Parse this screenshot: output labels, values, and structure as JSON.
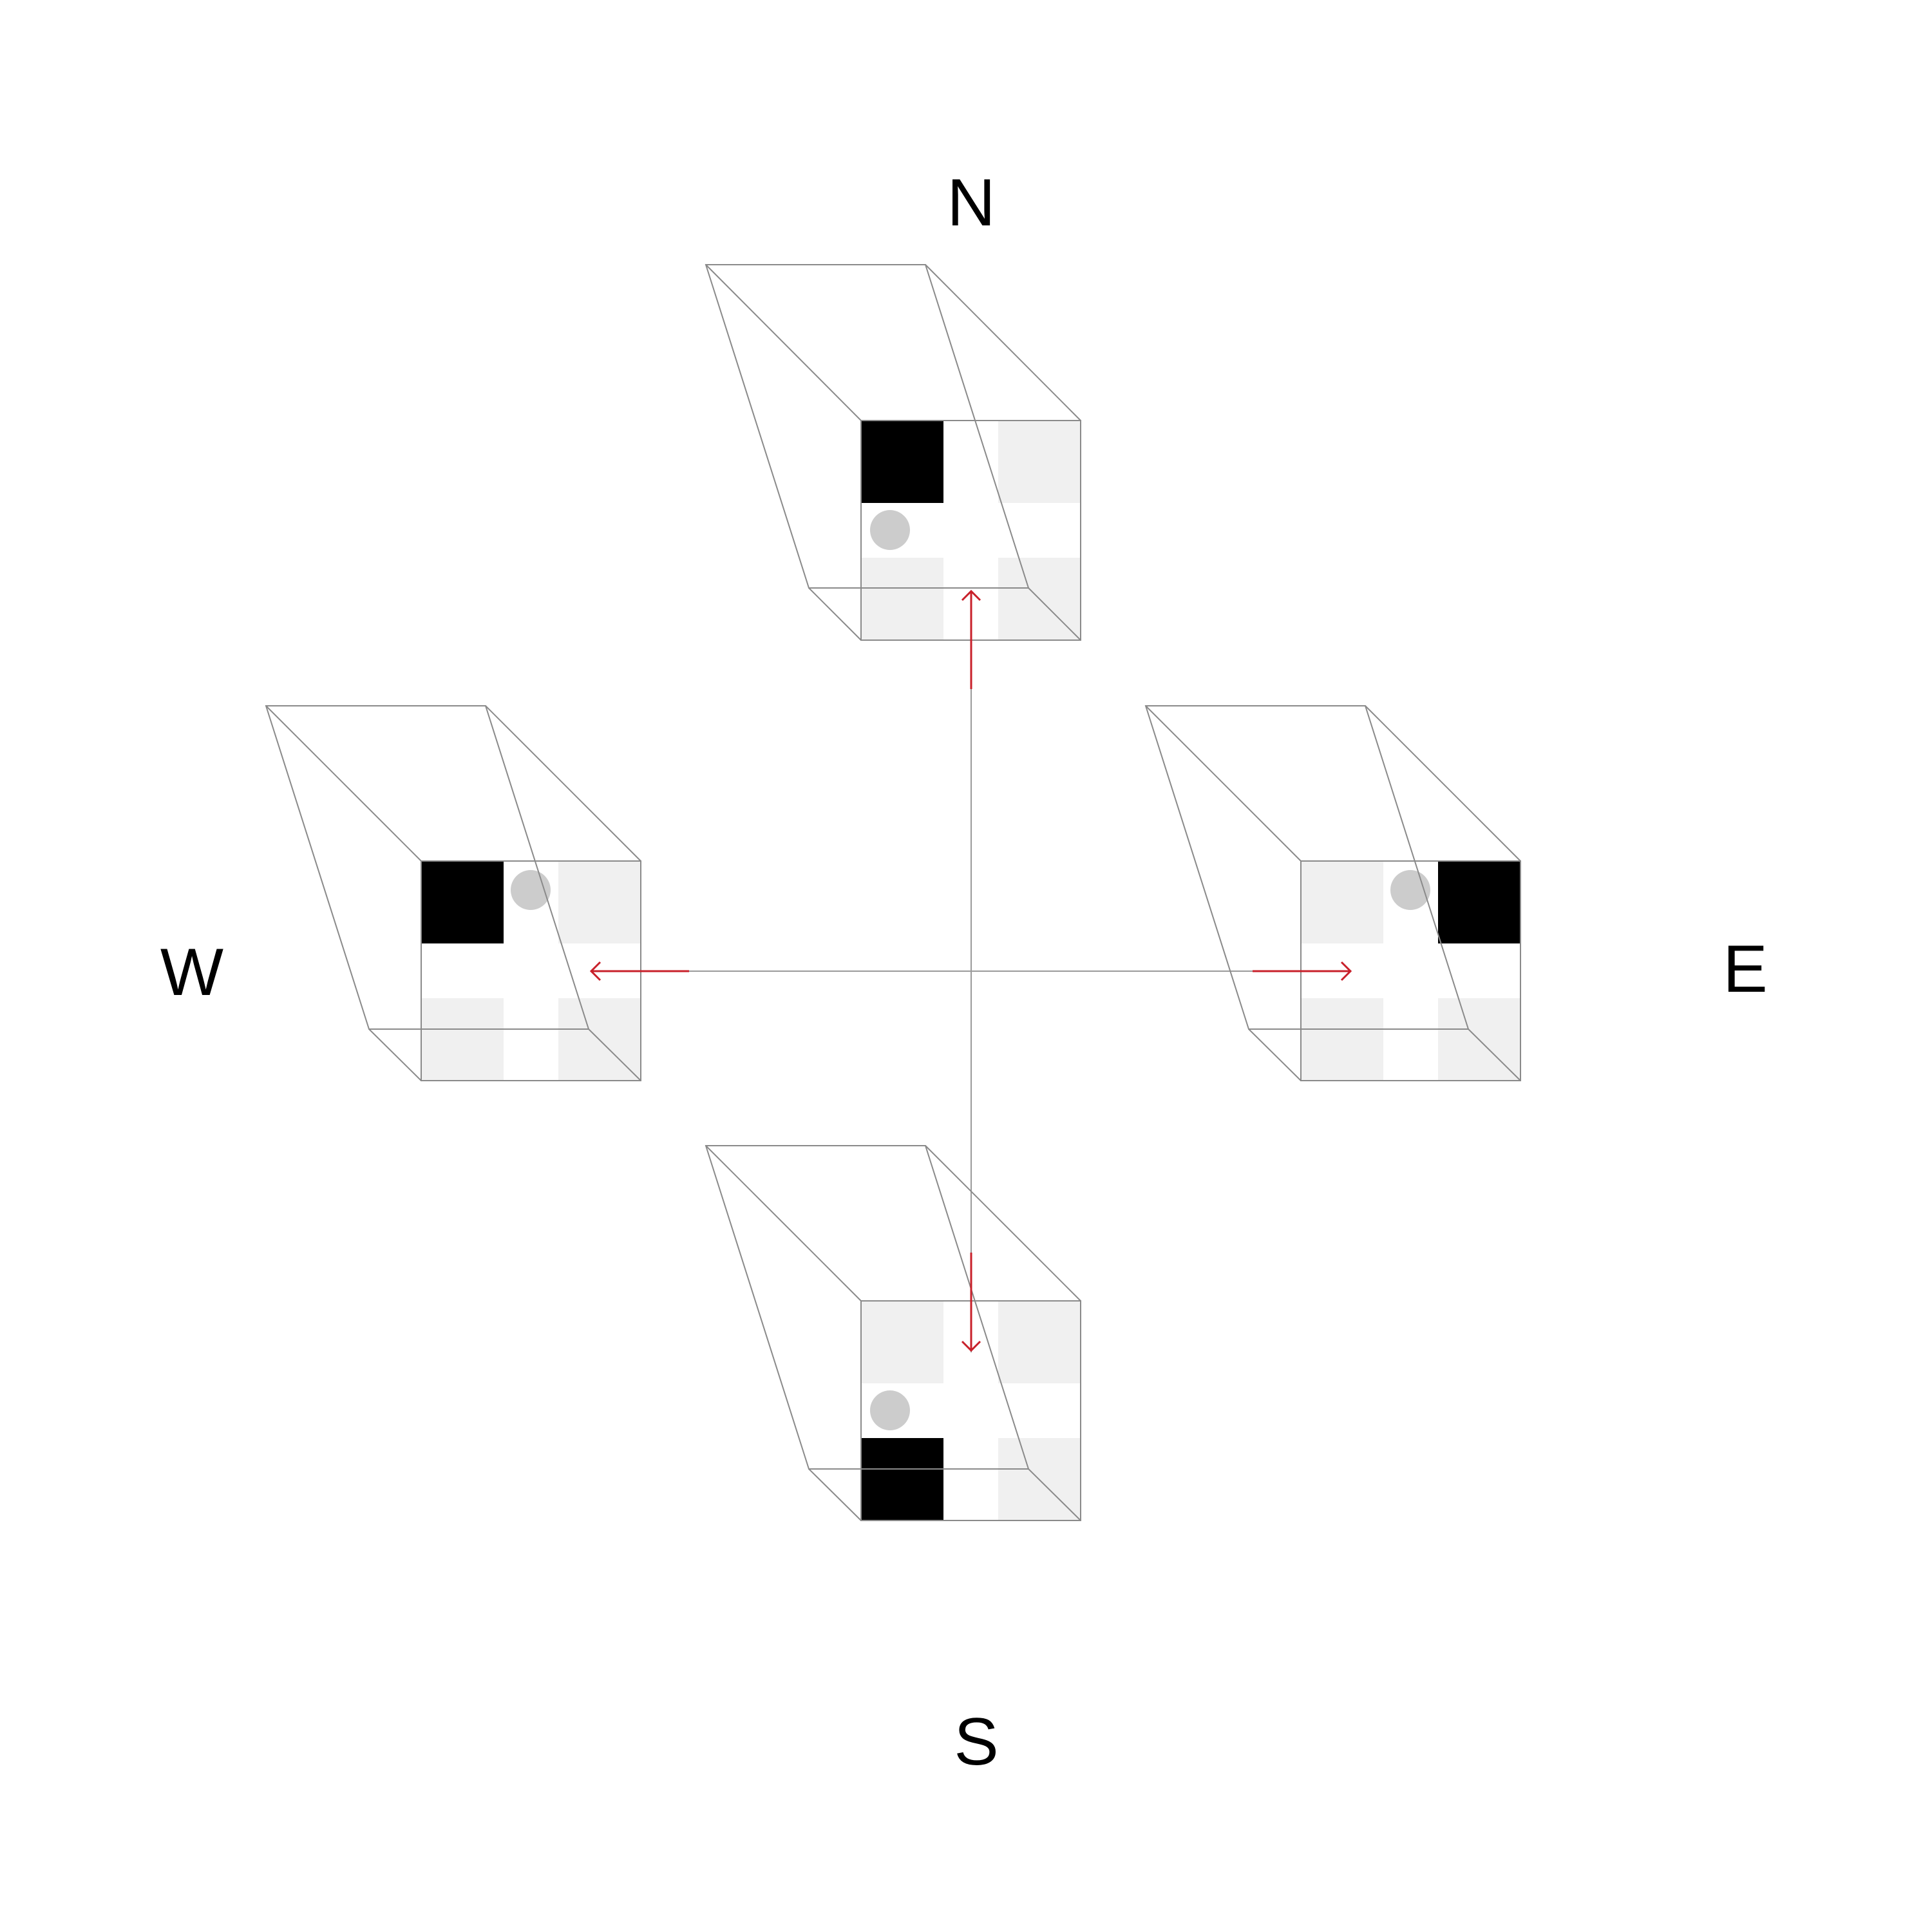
{
  "labels": {
    "north": "N",
    "south": "S",
    "east": "E",
    "west": "W"
  },
  "colors": {
    "background": "#ffffff",
    "edge_line": "#8a8a8a",
    "axis_line": "#9a9a9a",
    "arrow": "#c8202a",
    "light_tile": "#f0f0f0",
    "dark_tile": "#000000",
    "marker": "#cccccc"
  },
  "boxes": [
    {
      "id": "north",
      "dark_tile": "top-left",
      "marker": "middle-left",
      "light_tiles": [
        "top-right",
        "bottom-left",
        "bottom-right"
      ]
    },
    {
      "id": "west",
      "dark_tile": "top-left",
      "marker": "top-middle",
      "light_tiles": [
        "top-right",
        "bottom-left",
        "bottom-right"
      ]
    },
    {
      "id": "east",
      "dark_tile": "top-right",
      "marker": "top-middle",
      "light_tiles": [
        "top-left",
        "bottom-left",
        "bottom-right"
      ]
    },
    {
      "id": "south",
      "dark_tile": "bottom-left",
      "marker": "middle-left",
      "light_tiles": [
        "top-left",
        "top-right",
        "bottom-right"
      ]
    }
  ],
  "arrows": [
    {
      "id": "to-north",
      "direction": "up"
    },
    {
      "id": "to-west",
      "direction": "left"
    },
    {
      "id": "to-east",
      "direction": "right"
    },
    {
      "id": "to-south",
      "direction": "down"
    }
  ]
}
